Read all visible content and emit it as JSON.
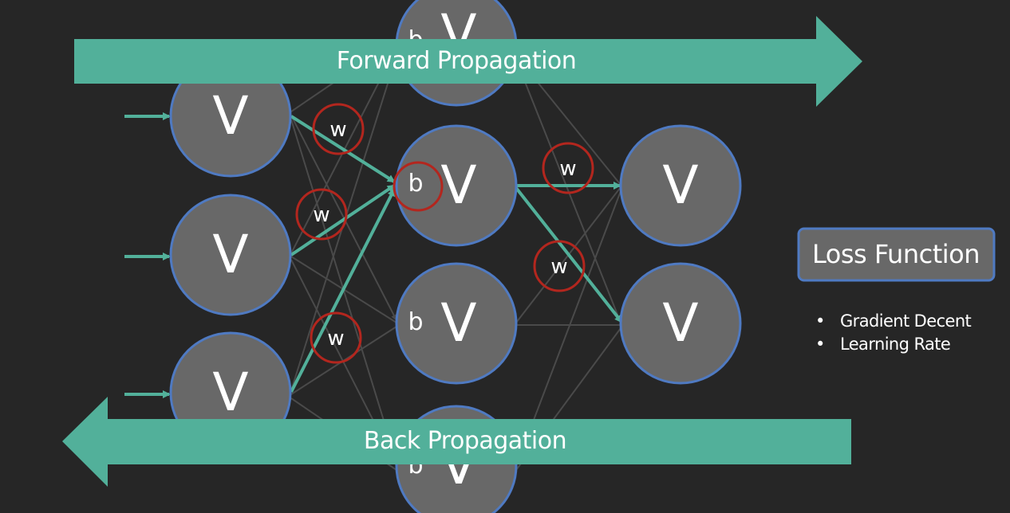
{
  "diagram": {
    "node_label": "V",
    "bias_label": "b",
    "weight_label": "w",
    "forward_label": "Forward Propagation",
    "back_label": "Back Propagation",
    "loss_label": "Loss Function",
    "bullets": [
      "Gradient Decent",
      "Learning Rate"
    ],
    "colors": {
      "background": "#262626",
      "node_fill": "#686868",
      "node_stroke": "#4f7ac2",
      "highlight": "#52b09a",
      "weight_circle": "#b3261e",
      "faint_line": "#4a4a4a"
    }
  }
}
